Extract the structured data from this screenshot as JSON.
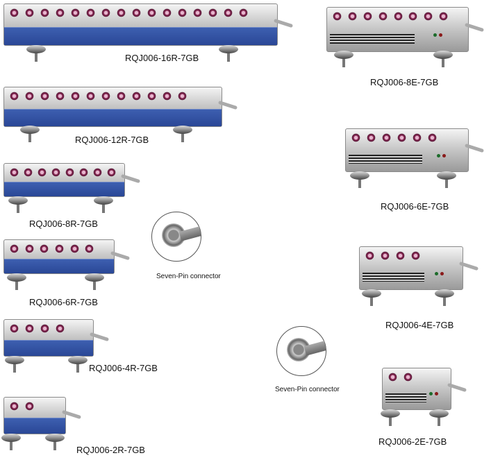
{
  "products": [
    {
      "label": "RQJ006-16R-7GB",
      "lens_count": 16,
      "series": "R"
    },
    {
      "label": "RQJ006-12R-7GB",
      "lens_count": 12,
      "series": "R"
    },
    {
      "label": "RQJ006-8R-7GB",
      "lens_count": 8,
      "series": "R"
    },
    {
      "label": "RQJ006-6R-7GB",
      "lens_count": 6,
      "series": "R"
    },
    {
      "label": "RQJ006-4R-7GB",
      "lens_count": 4,
      "series": "R"
    },
    {
      "label": "RQJ006-2R-7GB",
      "lens_count": 2,
      "series": "R"
    },
    {
      "label": "RQJ006-8E-7GB",
      "lens_count": 8,
      "series": "E"
    },
    {
      "label": "RQJ006-6E-7GB",
      "lens_count": 6,
      "series": "E"
    },
    {
      "label": "RQJ006-4E-7GB",
      "lens_count": 4,
      "series": "E"
    },
    {
      "label": "RQJ006-2E-7GB",
      "lens_count": 2,
      "series": "E"
    }
  ],
  "connectors": [
    {
      "label": "Seven-Pin connector"
    },
    {
      "label": "Seven-Pin connector"
    }
  ]
}
